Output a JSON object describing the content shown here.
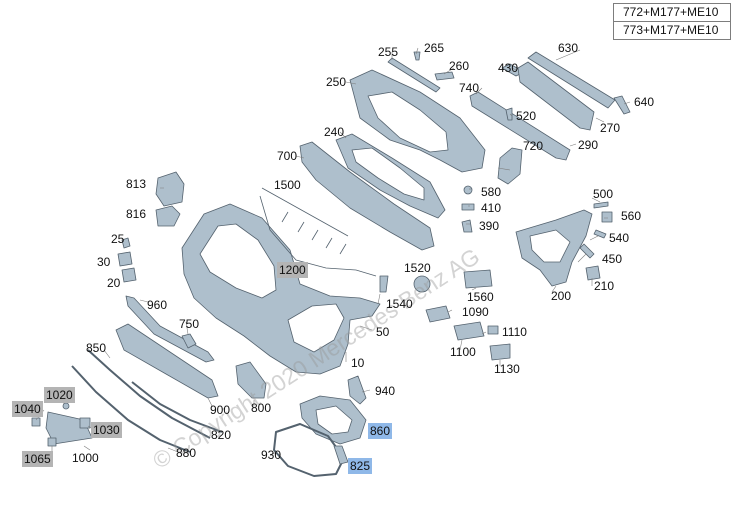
{
  "code_table": [
    "772+M177+ME10",
    "773+M177+ME10"
  ],
  "watermark": "© Copyright 2020 Mercedes Benz AG",
  "colors": {
    "part_fill": "#aebfcc",
    "part_stroke": "#54626e",
    "highlight_gray": "#b4b4b4",
    "highlight_blue": "#8fb8e8"
  },
  "callouts": [
    {
      "id": "255",
      "text": "255"
    },
    {
      "id": "265",
      "text": "265"
    },
    {
      "id": "630",
      "text": "630"
    },
    {
      "id": "260",
      "text": "260"
    },
    {
      "id": "430",
      "text": "430"
    },
    {
      "id": "250",
      "text": "250"
    },
    {
      "id": "740",
      "text": "740"
    },
    {
      "id": "640",
      "text": "640"
    },
    {
      "id": "520",
      "text": "520"
    },
    {
      "id": "270",
      "text": "270"
    },
    {
      "id": "240",
      "text": "240"
    },
    {
      "id": "290",
      "text": "290"
    },
    {
      "id": "700",
      "text": "700"
    },
    {
      "id": "720",
      "text": "720"
    },
    {
      "id": "813",
      "text": "813"
    },
    {
      "id": "1500",
      "text": "1500"
    },
    {
      "id": "580",
      "text": "580"
    },
    {
      "id": "500",
      "text": "500"
    },
    {
      "id": "410",
      "text": "410"
    },
    {
      "id": "816",
      "text": "816"
    },
    {
      "id": "560",
      "text": "560"
    },
    {
      "id": "390",
      "text": "390"
    },
    {
      "id": "25",
      "text": "25"
    },
    {
      "id": "540",
      "text": "540"
    },
    {
      "id": "30",
      "text": "30"
    },
    {
      "id": "1200",
      "text": "1200",
      "highlight": "gray"
    },
    {
      "id": "1520",
      "text": "1520"
    },
    {
      "id": "450",
      "text": "450"
    },
    {
      "id": "20",
      "text": "20"
    },
    {
      "id": "210",
      "text": "210"
    },
    {
      "id": "1560",
      "text": "1560"
    },
    {
      "id": "200",
      "text": "200"
    },
    {
      "id": "1540",
      "text": "1540"
    },
    {
      "id": "960",
      "text": "960"
    },
    {
      "id": "1090",
      "text": "1090"
    },
    {
      "id": "750",
      "text": "750"
    },
    {
      "id": "50",
      "text": "50"
    },
    {
      "id": "1110",
      "text": "1110"
    },
    {
      "id": "850",
      "text": "850"
    },
    {
      "id": "1100",
      "text": "1100"
    },
    {
      "id": "10",
      "text": "10"
    },
    {
      "id": "1130",
      "text": "1130"
    },
    {
      "id": "940",
      "text": "940"
    },
    {
      "id": "1020",
      "text": "1020",
      "highlight": "gray"
    },
    {
      "id": "800",
      "text": "800"
    },
    {
      "id": "1040",
      "text": "1040",
      "highlight": "gray"
    },
    {
      "id": "900",
      "text": "900"
    },
    {
      "id": "860",
      "text": "860",
      "highlight": "blue"
    },
    {
      "id": "1030",
      "text": "1030",
      "highlight": "gray"
    },
    {
      "id": "820",
      "text": "820"
    },
    {
      "id": "880",
      "text": "880"
    },
    {
      "id": "930",
      "text": "930"
    },
    {
      "id": "1065",
      "text": "1065",
      "highlight": "gray"
    },
    {
      "id": "1000",
      "text": "1000"
    },
    {
      "id": "825",
      "text": "825",
      "highlight": "blue"
    }
  ]
}
